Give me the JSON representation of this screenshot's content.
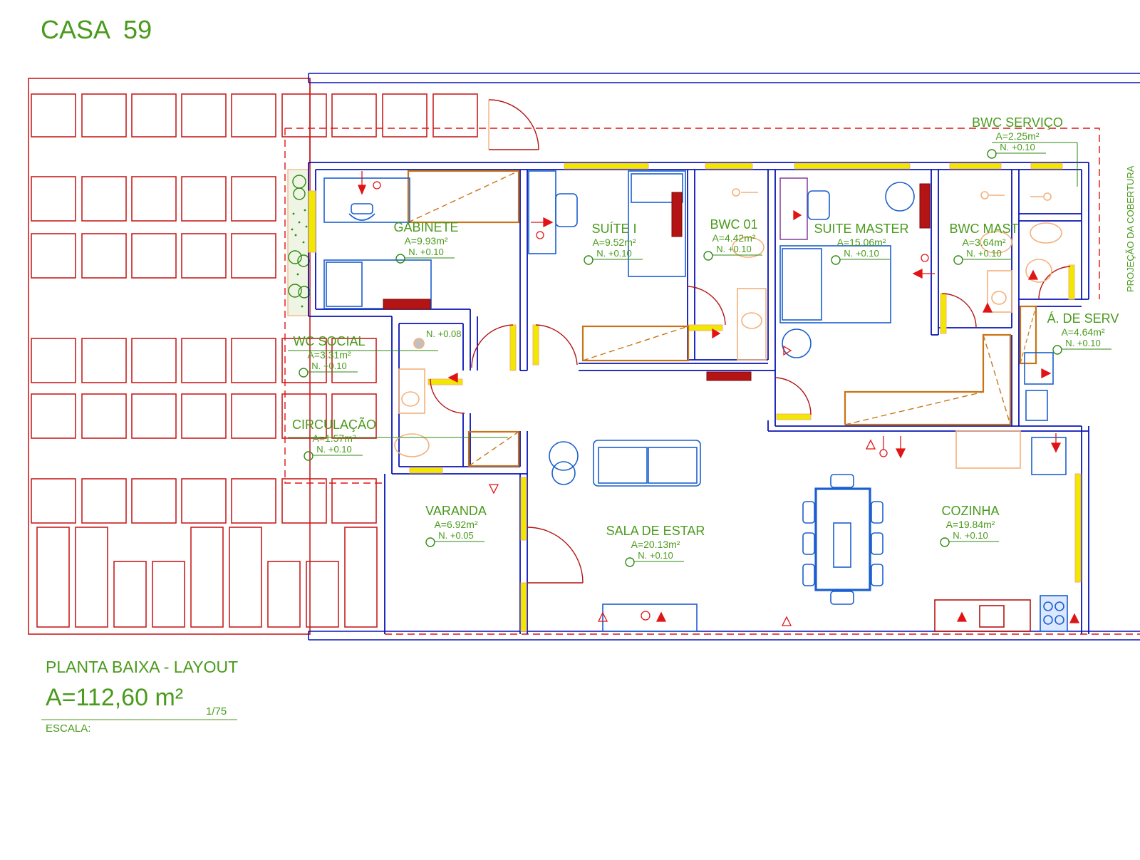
{
  "title": "CASA  59",
  "footer": {
    "plan_title": "PLANTA BAIXA - LAYOUT",
    "total_area": "A=112,60 m²",
    "scale_value": "1/75",
    "scale_label": "ESCALA:"
  },
  "side_note": "PROJEÇÃO DA COBERTURA",
  "rooms": [
    {
      "name": "GABINETE",
      "area": "A=9.93m²",
      "level": "N. +0.10"
    },
    {
      "name": "SUÍTE I",
      "area": "A=9.52m²",
      "level": "N. +0.10"
    },
    {
      "name": "BWC 01",
      "area": "A=4.42m²",
      "level": "N. +0.10"
    },
    {
      "name": "SUITE MASTER",
      "area": "A=15.06m²",
      "level": "N. +0.10"
    },
    {
      "name": "BWC MAST",
      "area": "A=3.64m²",
      "level": "N. +0.10"
    },
    {
      "name": "BWC SERVIÇO",
      "area": "A=2.25m²",
      "level": "N. +0.10"
    },
    {
      "name": "Á. DE SERV",
      "area": "A=4.64m²",
      "level": "N. +0.10"
    },
    {
      "name": "WC SOCIAL",
      "area": "A=3.31m²",
      "level": "N. +0.10"
    },
    {
      "name": "CIRCULAÇÃO",
      "area": "A=1.57m²",
      "level": "N. +0.10"
    },
    {
      "name": "VARANDA",
      "area": "A=6.92m²",
      "level": "N. +0.05"
    },
    {
      "name": "SALA DE ESTAR",
      "area": "A=20.13m²",
      "level": "N. +0.10"
    },
    {
      "name": "COZINHA",
      "area": "A=19.84m²",
      "level": "N. +0.10"
    }
  ],
  "extra_levels": [
    "N. +0.08"
  ],
  "colors": {
    "title_green": "#4a9a1c",
    "wall_blue": "#0a14b4",
    "furniture_blue": "#1a5fcf",
    "paver_red": "#c81e1e",
    "door_red": "#b41414",
    "window_yellow": "#f0e800",
    "cabinet_orange": "#c87414",
    "fixture_peach": "#f4b07a",
    "symbol_red": "#e01414"
  }
}
